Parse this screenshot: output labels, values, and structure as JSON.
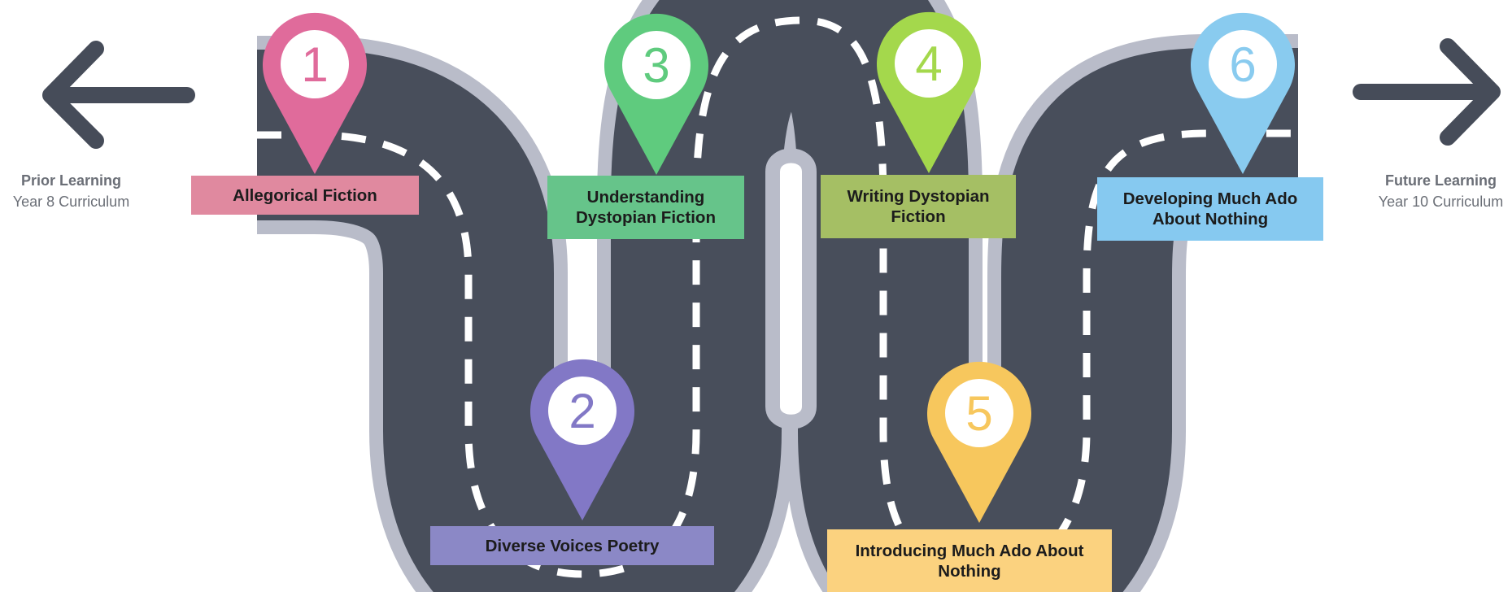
{
  "prior": {
    "title": "Prior Learning",
    "subtitle": "Year 8 Curriculum"
  },
  "future": {
    "title": "Future Learning",
    "subtitle": "Year 10 Curriculum"
  },
  "colors": {
    "road": "#484e5b",
    "road_edge": "#b9bcc9",
    "dash": "#ffffff",
    "arrow": "#464c59"
  },
  "stops": [
    {
      "number": "1",
      "label": "Allegorical Fiction",
      "pin_color": "#e06b9b",
      "label_color": "#e0899f"
    },
    {
      "number": "2",
      "label": "Diverse Voices Poetry",
      "pin_color": "#8278c6",
      "label_color": "#8b88c6"
    },
    {
      "number": "3",
      "label": "Understanding Dystopian Fiction",
      "pin_color": "#5fcb7e",
      "label_color": "#66c48a"
    },
    {
      "number": "4",
      "label": "Writing Dystopian Fiction",
      "pin_color": "#a4d84c",
      "label_color": "#a5bf64"
    },
    {
      "number": "5",
      "label": "Introducing Much Ado About Nothing",
      "pin_color": "#f7c75d",
      "label_color": "#fbd27f"
    },
    {
      "number": "6",
      "label": "Developing Much Ado About Nothing",
      "pin_color": "#89cbef",
      "label_color": "#86c9f0"
    }
  ]
}
